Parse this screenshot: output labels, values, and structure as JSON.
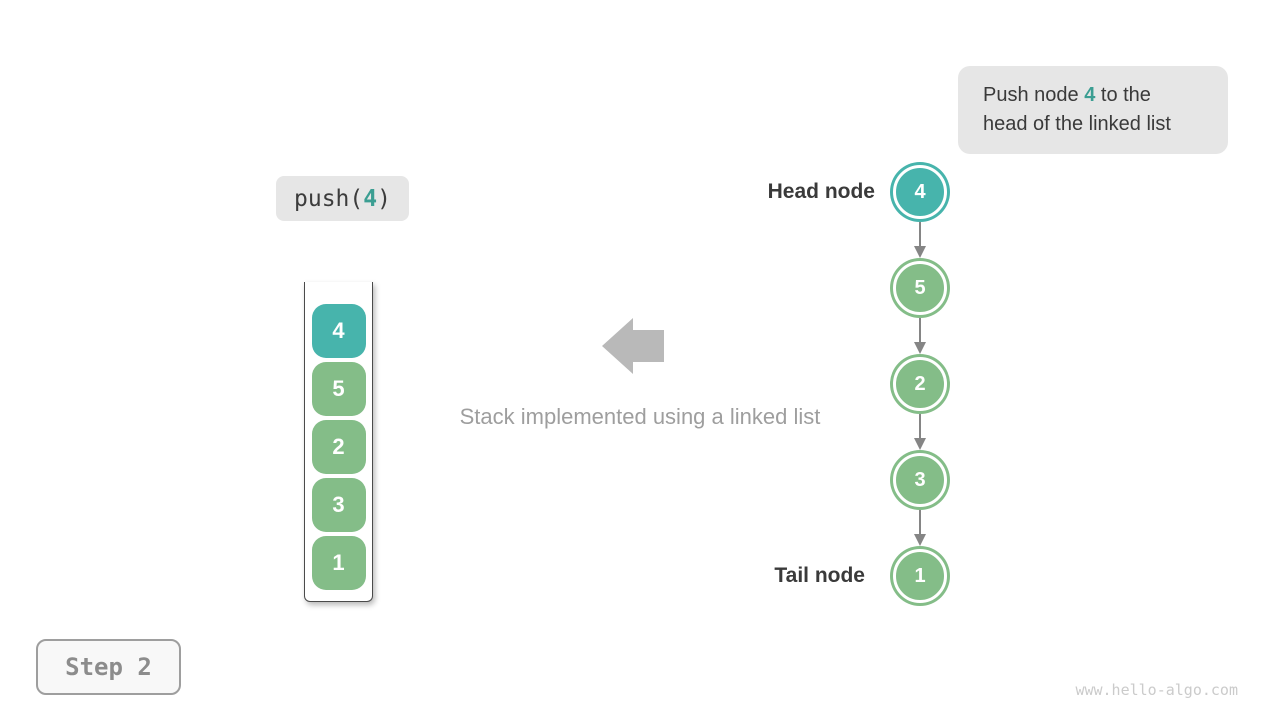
{
  "callout": {
    "line1_prefix": "Push node ",
    "line1_value": "4",
    "line1_suffix": " to the",
    "line2": "head of the linked list"
  },
  "operation": {
    "prefix": "push(",
    "arg": "4",
    "suffix": ")"
  },
  "stack": {
    "items": [
      {
        "value": "4",
        "highlight": true
      },
      {
        "value": "5",
        "highlight": false
      },
      {
        "value": "2",
        "highlight": false
      },
      {
        "value": "3",
        "highlight": false
      },
      {
        "value": "1",
        "highlight": false
      }
    ]
  },
  "linked_list": {
    "head_label": "Head node",
    "tail_label": "Tail node",
    "nodes": [
      {
        "value": "4",
        "highlight": true
      },
      {
        "value": "5",
        "highlight": false
      },
      {
        "value": "2",
        "highlight": false
      },
      {
        "value": "3",
        "highlight": false
      },
      {
        "value": "1",
        "highlight": false
      }
    ]
  },
  "caption": "Stack implemented using a linked list",
  "step_label": "Step 2",
  "watermark": "www.hello-algo.com",
  "colors": {
    "teal": "#47b4ac",
    "green": "#84bd88",
    "teal-text": "#3b9e92",
    "dark-text": "#3a3a3a",
    "gray-text": "#9e9e9e",
    "panel-bg": "#e6e6e6",
    "connector": "#858585",
    "big-arrow": "#b9b9b9",
    "watermark": "#cbcbcb"
  }
}
